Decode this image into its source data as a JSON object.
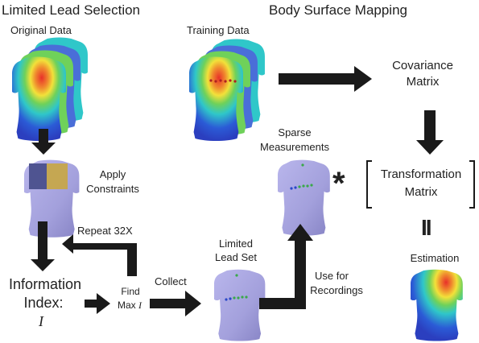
{
  "headers": {
    "left": "Limited Lead Selection",
    "right": "Body Surface Mapping"
  },
  "labels": {
    "original_data": "Original Data",
    "training_data": "Training Data",
    "apply_constraints_1": "Apply",
    "apply_constraints_2": "Constraints",
    "repeat": "Repeat 32X",
    "information_index_1": "Information",
    "information_index_2": "Index:",
    "information_index_symbol": "I",
    "find_1": "Find",
    "find_2": "Max",
    "find_symbol": "I",
    "collect": "Collect",
    "limited_lead_set_1": "Limited",
    "limited_lead_set_2": "Lead Set",
    "use_for_1": "Use for",
    "use_for_2": "Recordings",
    "sparse_1": "Sparse",
    "sparse_2": "Measurements",
    "covariance_1": "Covariance",
    "covariance_2": "Matrix",
    "transformation_1": "Transformation",
    "transformation_2": "Matrix",
    "estimation": "Estimation",
    "multiply_symbol": "*",
    "equals_symbol": "II"
  },
  "colors": {
    "arrow": "#1a1a1a",
    "torso_lavender": "#a9a6e0",
    "torso_shade": "#8a87c8",
    "map_blue": "#2b5bd6",
    "map_cyan": "#2fc7c9",
    "map_green": "#6fd15a",
    "map_yellow": "#f2e13a",
    "map_red": "#e8302a",
    "constraint_navy": "#4a4f8c",
    "constraint_gold": "#c6a64a",
    "electrode_blue": "#2a48c8",
    "electrode_green": "#3aa84a"
  }
}
